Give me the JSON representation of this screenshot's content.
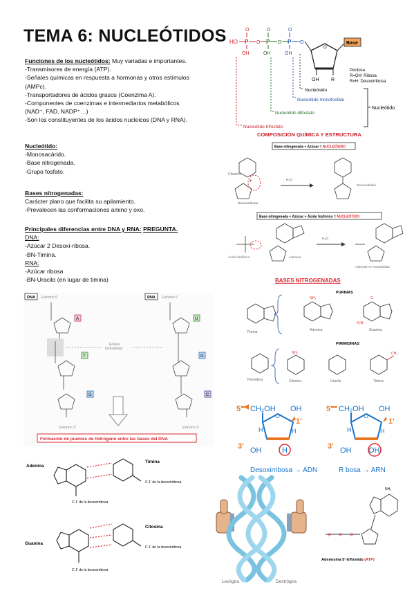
{
  "title": "TEMA 6: NUCLEÓTIDOS",
  "left": {
    "funciones": {
      "heading": "Funciones de los nucleótidos:",
      "intro": " Muy variadas e importantes.",
      "items": [
        "-Transmisores de energía (ATP).",
        "-Señales químicas en respuesta a hormonas y otros estímulos",
        "(AMPc).",
        "-Transportadores de ácidos grasos (Coenzima A).",
        "-Componentes de coenzimas e intermediarios metabólicos",
        "(NAD⁺, FAD, NADP⁺…)",
        "-Son los constituyentes de los ácidos nucleicos (DNA y RNA)."
      ]
    },
    "nucleotido": {
      "heading": "Nucleótido:",
      "items": [
        "-Monosacárido.",
        "-Base nitrogenada.",
        "-Grupo fosfato."
      ]
    },
    "bases": {
      "heading": "Bases nitrogenadas:",
      "items": [
        "Carácter plano que facilita su apilamiento.",
        "-Prevalecen las conformaciones amino y oxo."
      ]
    },
    "diferencias": {
      "heading": "Principales diferencias entre DNA y RNA:",
      "heading_tag": "PREGUNTA.",
      "dna_label": "DNA:",
      "dna_items": [
        "-Azúcar 2 Desoxi-ribosa.",
        "-BN-Timina."
      ],
      "rna_label": "RNA:",
      "rna_items": [
        "-Azúcar ribosa",
        "-BN-Uracilo (en lugar de timina)"
      ]
    }
  },
  "fig_nucleotide": {
    "ho": "HO",
    "p1": "P",
    "p2": "P",
    "p3": "P",
    "o1": "OH",
    "o2": "OH",
    "o3": "OH",
    "base": "Base",
    "oh_bottom": "OH",
    "r": "R",
    "pentosa": [
      "Pentosa",
      "R=OH: Ribosa",
      "R=H: Desoxirribosa"
    ],
    "nucleosido": "Nucleósido",
    "monofosfato": "Nucleótido monofosfato",
    "difosfato": "Nucleótido difosfato",
    "trifosfato": "Nucleótido trifosfato",
    "nucleotido": "Nucleótido",
    "composicion": "COMPOSICIÓN QUÍMICA Y ESTRUCTURA"
  },
  "fig_composicion": {
    "box1_a": "Base nitrogenada + Azúcar = ",
    "box1_b": "NUCLEÓSIDO",
    "box2_a": "Base nitrogenada + Azúcar + Ácido fosfórico = ",
    "box2_b": "NUCLEÓTIDO",
    "citosina": "Citosina",
    "desoxirribosa": "Desoxirribosa",
    "desoxicitidina": "Desoxicitidina",
    "acido": "Ácido fosfórico",
    "adenina": "Adenina",
    "amp": "Adenosin-5'-monofosfato",
    "h2o": "H₂O"
  },
  "fig_bases": {
    "heading": "BASES NITROGENADAS",
    "purinas": "PURINAS",
    "pirimidinas": "PIRIMIDINAS",
    "purina": "Purina",
    "adenina": "Adenina",
    "guanina": "Guanina",
    "pirimidina": "Pirimidina",
    "citosina": "Citosina",
    "uracilo": "Uracilo",
    "timina": "Timina"
  },
  "fig_sugars": {
    "c5a": "5'",
    "ch2oh_a": "CH₂OH",
    "oh_a1": "OH",
    "c1a": "1'",
    "c3a": "3'",
    "oh_a2": "OH",
    "h_a": "H",
    "caption_a": "Desoxirribosa → ADN",
    "c5b": "5'",
    "ch2oh_b": "CH₂OH",
    "oh_b1": "OH",
    "c1b": "1'",
    "c3b": "3'",
    "oh_b2": "OH",
    "oh_b3": "OH",
    "caption_b": "R bosa → ARN",
    "h": "H"
  },
  "fig_dna_rna": {
    "dna": "DNA",
    "extremo5": "Extremo 5'",
    "rna": "RNA",
    "extremo5b": "Extremo 5'",
    "enlace": [
      "Enlace",
      "fosfodiéster"
    ],
    "extremo3": "Extremo 3'",
    "extremo3b": "Extremo 3'",
    "bases_dna": [
      "A",
      "T",
      "G"
    ],
    "bases_rna": [
      "U",
      "G",
      "C"
    ],
    "puentes": "Formación de puentes de hidrógeno entre las bases del DNA",
    "timina": "Timina",
    "adenina": "Adenina",
    "citosina": "Citosina",
    "guanina": "Guanina",
    "c1": "C-1' de la desoxirribosa"
  },
  "fig_helix": {
    "levogira": "Levógira",
    "dextrogira": "Dextrógira",
    "atp": "Adenosina 5'-trifosfato ",
    "atp_tag": "(ATP)"
  }
}
